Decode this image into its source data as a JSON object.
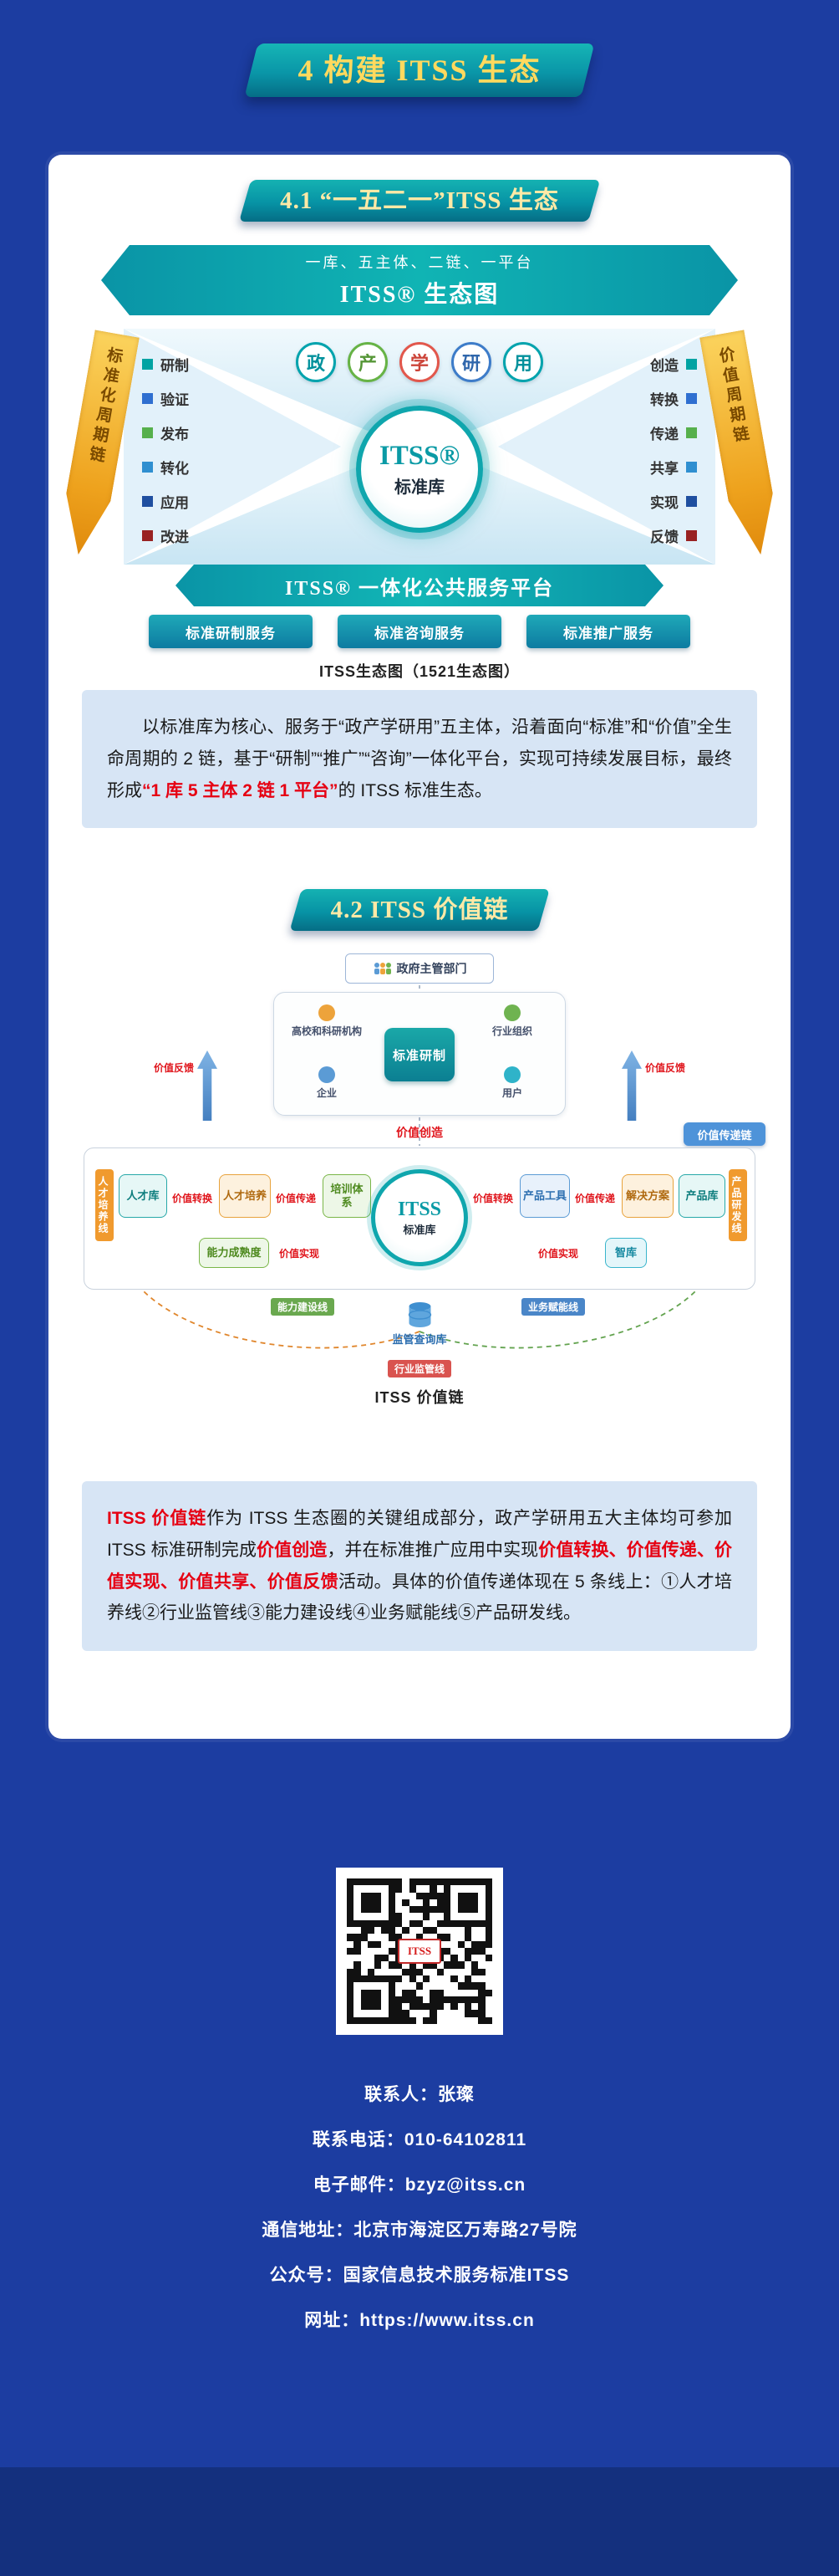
{
  "header": {
    "title": "4 构建 ITSS 生态"
  },
  "section41": {
    "banner": "4.1 “一五二一”ITSS 生态",
    "eco": {
      "ribbon_sub": "一库、五主体、二链、一平台",
      "ribbon_title": "ITSS® 生态图",
      "left_chain_label": "标准化周期链",
      "right_chain_label": "价值周期链",
      "left_items": [
        "研制",
        "验证",
        "发布",
        "转化",
        "应用",
        "改进"
      ],
      "right_items": [
        "创造",
        "转换",
        "传递",
        "共享",
        "实现",
        "反馈"
      ],
      "subjects": [
        "政",
        "产",
        "学",
        "研",
        "用"
      ],
      "core_title": "ITSS®",
      "core_sub": "标准库",
      "platform": "ITSS® 一体化公共服务平台",
      "services": [
        "标准研制服务",
        "标准咨询服务",
        "标准推广服务"
      ],
      "caption": "ITSS生态图（1521生态图）"
    },
    "paragraph": {
      "seg1": "以标准库为核心、服务于“政产学研用”五主体，沿着面向“标准”和“价值”全生命周期的 2 链，基于“研制”“推广”“咨询”一体化平台，实现可持续发展目标，最终形成",
      "seg2_red": "“1 库 5 主体 2 链 1 平台”",
      "seg3": "的 ITSS 标准生态。"
    }
  },
  "section42": {
    "banner": "4.2 ITSS 价值链",
    "diagram": {
      "gov": "政府主管部门",
      "cluster": {
        "center": "标准研制",
        "entities": [
          "高校和科研机构",
          "企业",
          "行业组织",
          "用户"
        ]
      },
      "labels": {
        "value_feedback": "价值反馈",
        "value_creation": "价值创造",
        "value_transfer_chain": "价值传递链",
        "value_convert": "价值转换",
        "value_deliver": "价值传递",
        "value_realize": "价值实现"
      },
      "core_title": "ITSS",
      "core_sub": "标准库",
      "left_line": {
        "tag": "人才培养线",
        "nodes": [
          "人才库",
          "人才培养",
          "培训体系"
        ]
      },
      "right_line": {
        "tag": "产品研发线",
        "nodes": [
          "产品工具",
          "解决方案",
          "产品库"
        ]
      },
      "lower_left": {
        "tag": "能力建设线",
        "node": "能力成熟度"
      },
      "lower_right": {
        "tag": "业务赋能线",
        "node": "智库"
      },
      "bottom_line": {
        "tag": "行业监管线",
        "node": "监管查询库"
      },
      "caption": "ITSS 价值链"
    },
    "paragraph": {
      "seg1_red": "ITSS 价值链",
      "seg2": "作为 ITSS 生态圈的关键组成部分，政产学研用五大主体均可参加 ITSS 标准研制完成",
      "seg3_red": "价值创造",
      "seg4": "，并在标准推广应用中实现",
      "seg5_red": "价值转换、价值传递、价值实现、价值共享、价值反馈",
      "seg6": "活动。具体的价值传递体现在 5 条线上：①人才培养线②行业监管线③能力建设线④业务赋能线⑤产品研发线。"
    }
  },
  "qr": {
    "center_label": "ITSS"
  },
  "contact": {
    "lines": [
      "联系人：张璨",
      "联系电话：010-64102811",
      "电子邮件：bzyz@itss.cn",
      "通信地址：北京市海淀区万寿路27号院",
      "公众号：国家信息技术服务标准ITSS",
      "网址：https://www.itss.cn"
    ]
  },
  "colors": {
    "page_bg": "#1c3da1",
    "footer_band": "#14307e",
    "banner_teal_top": "#16b5b5",
    "banner_teal_bottom": "#056d86",
    "gold_text": "#ffd95e",
    "red_accent": "#e60012",
    "panel_blue": "#d7e5f5",
    "arrow_gold": "#eea21d"
  }
}
